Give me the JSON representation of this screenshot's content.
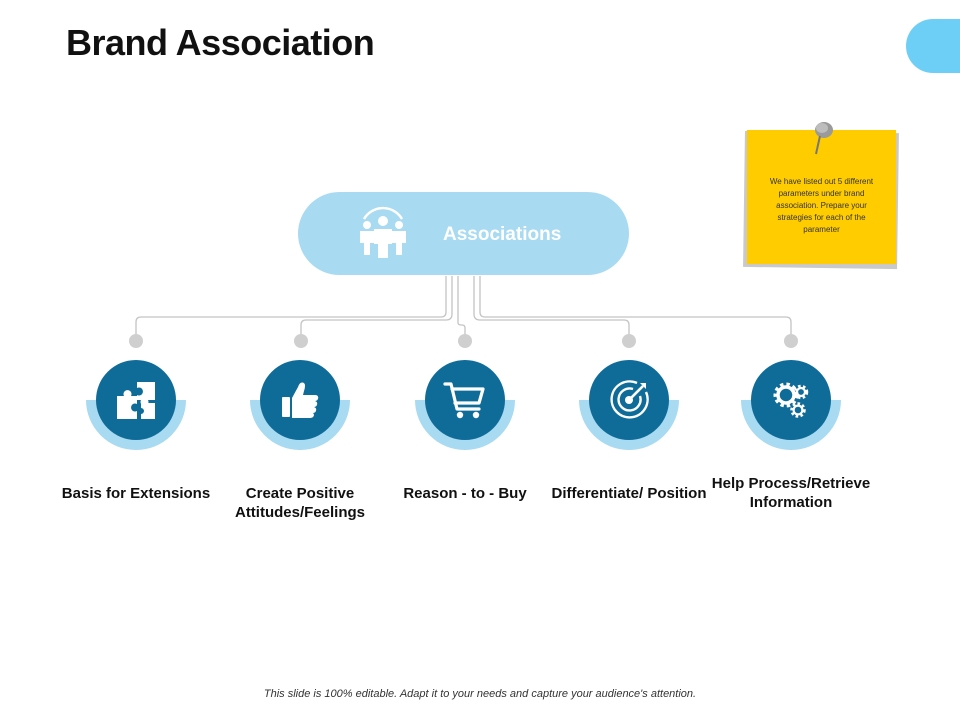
{
  "slide": {
    "title": "Brand Association",
    "footer": "This slide is 100% editable. Adapt it to your needs and capture your audience's attention."
  },
  "hub": {
    "label": "Associations",
    "icon": "people-group-icon"
  },
  "note": {
    "text": "We have listed out 5 different parameters under brand association. Prepare your strategies for each of the parameter",
    "icon": "pushpin-icon"
  },
  "nodes": [
    {
      "label": "Basis for Extensions",
      "icon": "puzzle-icon"
    },
    {
      "label": "Create Positive Attitudes/Feelings",
      "icon": "thumbs-up-icon"
    },
    {
      "label": "Reason - to - Buy",
      "icon": "shopping-cart-icon"
    },
    {
      "label": "Differentiate/ Position",
      "icon": "target-icon"
    },
    {
      "label": "Help Process/Retrieve Information",
      "icon": "gears-icon"
    }
  ],
  "colors": {
    "node_fill": "#0f6c99",
    "node_cup": "#a8daf2",
    "hub_fill": "#a8daf2",
    "note_fill": "#ffcc00",
    "accent_tab": "#6ecff6"
  }
}
